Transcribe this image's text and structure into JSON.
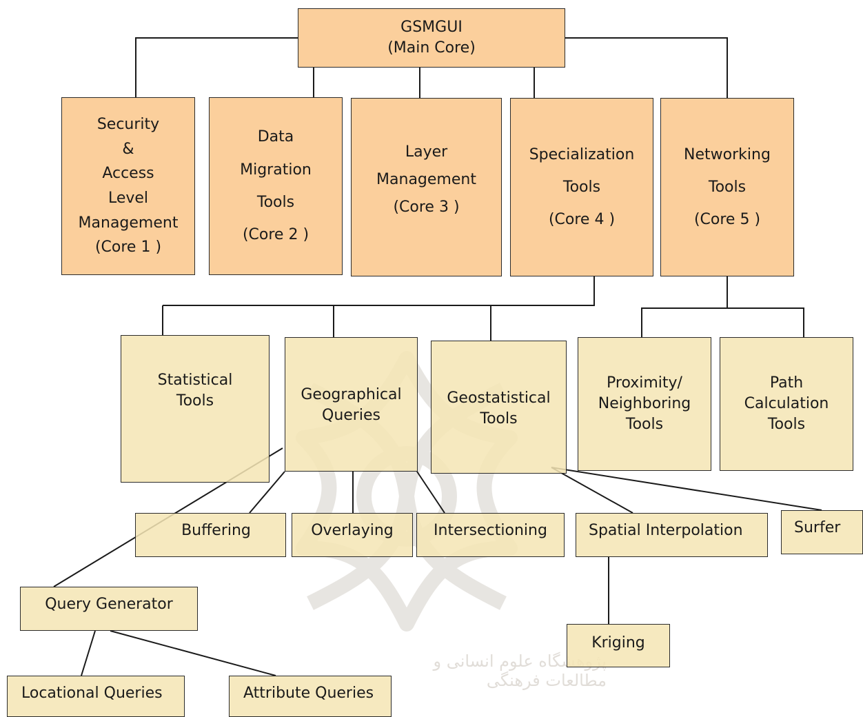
{
  "watermark": {
    "caption": "پژوهشگاه علوم انسانی و مطالعات فرهنگی"
  },
  "root": {
    "label": "GSMGUI\n(Main Core)"
  },
  "cores": [
    {
      "id": "core1",
      "label": "Security\n&\nAccess\nLevel\nManagement\n(Core 1 )"
    },
    {
      "id": "core2",
      "label": "Data\nMigration\nTools\n(Core 2 )"
    },
    {
      "id": "core3",
      "label": "Layer\nManagement\n(Core 3 )"
    },
    {
      "id": "core4",
      "label": "Specialization\nTools\n(Core 4 )"
    },
    {
      "id": "core5",
      "label": "Networking\nTools\n(Core 5 )"
    }
  ],
  "specialization_tools": [
    {
      "id": "statistical",
      "label": "Statistical\nTools"
    },
    {
      "id": "geographical",
      "label": "Geographical\nQueries"
    },
    {
      "id": "geostatistical",
      "label": "Geostatistical\nTools"
    }
  ],
  "networking_tools": [
    {
      "id": "proximity",
      "label": "Proximity/\nNeighboring\nTools"
    },
    {
      "id": "path",
      "label": "Path\nCalculation\nTools"
    }
  ],
  "leaves": {
    "buffering": "Buffering",
    "overlaying": "Overlaying",
    "intersectioning": "Intersectioning",
    "spatial_interpolation": "Spatial Interpolation",
    "surfer": "Surfer",
    "query_generator": "Query Generator",
    "kriging": "Kriging",
    "locational_queries": "Locational Queries",
    "attribute_queries": "Attribute Queries"
  }
}
